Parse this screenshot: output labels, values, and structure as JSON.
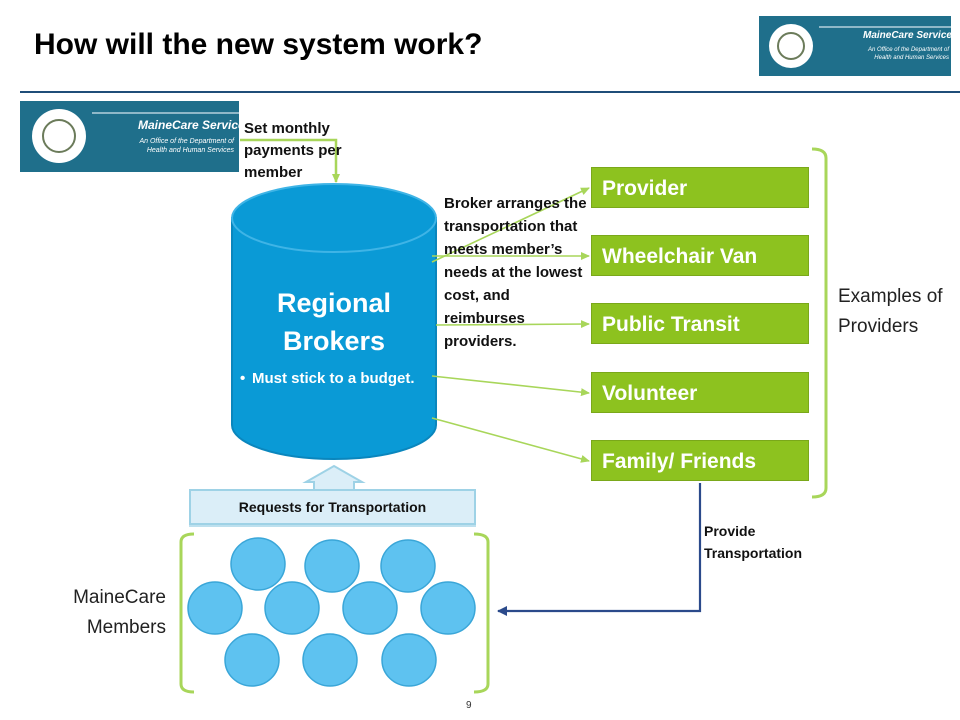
{
  "title": "How will the new system work?",
  "logo": {
    "name": "MaineCare Services",
    "sub": "An Office of the Department of Health and Human Services"
  },
  "set_payments": "Set monthly payments per member",
  "broker": {
    "title": "Regional Brokers",
    "bullet": "Must  stick to a budget."
  },
  "broker_arranges": "Broker arranges the transportation that meets member’s needs at the lowest cost, and reimburses providers.",
  "providers": [
    "Provider",
    "Wheelchair Van",
    "Public Transit",
    "Volunteer",
    "Family/ Friends"
  ],
  "examples_label": "Examples of Providers",
  "provide_transportation": "Provide Transportation",
  "requests": "Requests for Transportation",
  "members_label": "MaineCare Members",
  "page_number": "9",
  "colors": {
    "provider_green": "#8dc21f",
    "broker_blue": "#0a9ad6",
    "member_blue": "#5ec2f0",
    "bracket_green": "#a8d65a",
    "rule_navy": "#1f4e79"
  }
}
